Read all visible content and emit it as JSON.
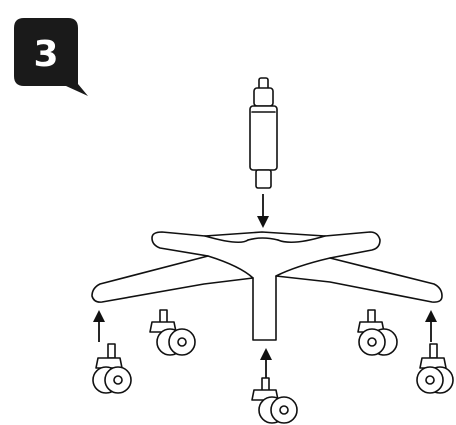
{
  "step": {
    "number": "3",
    "badge_color": "#1a1a1a",
    "number_color": "#ffffff"
  },
  "illustration": {
    "line_color": "#111111",
    "parts": [
      "gas-cylinder",
      "five-star-base",
      "caster-wheels"
    ],
    "caster_count": 5,
    "arrow_count": 4
  }
}
